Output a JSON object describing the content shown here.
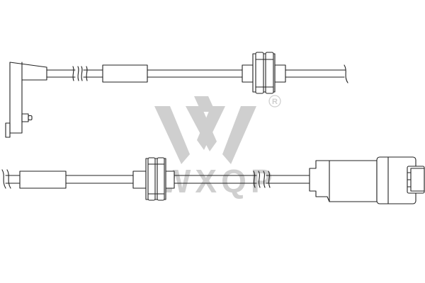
{
  "watermark": {
    "logo_icon": "wxqp-w-logo",
    "text": "WXQP",
    "registered_mark": "R",
    "color": "#cfcfcf"
  },
  "drawing": {
    "line_color": "#222222",
    "background": "#ffffff",
    "parts": [
      "upper-brake-wear-sensor",
      "lower-brake-wear-sensor"
    ]
  }
}
